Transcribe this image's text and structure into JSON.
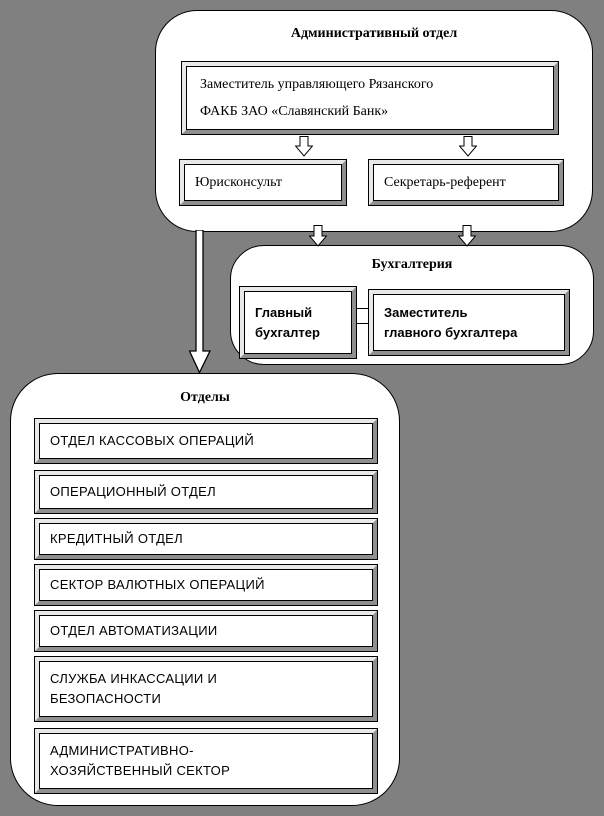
{
  "colors": {
    "background": "#808080",
    "panel_bg": "#ffffff",
    "border": "#000000",
    "bevel_light": "#e8e8e8",
    "bevel_dark": "#8f8f8f"
  },
  "admin": {
    "title": "Административный отдел",
    "main_box": "Заместитель управляющего  Рязанского\nФАКБ ЗАО «Славянский Банк»",
    "legal": "Юрисконсульт",
    "secretary": "Секретарь-референт"
  },
  "accounting": {
    "title": "Бухгалтерия",
    "chief": "Главный\nбухгалтер",
    "deputy_chief": "Заместитель\nглавного бухгалтера"
  },
  "depts": {
    "title": "Отделы",
    "items": [
      "ОТДЕЛ КАССОВЫХ ОПЕРАЦИЙ",
      "ОПЕРАЦИОННЫЙ ОТДЕЛ",
      "КРЕДИТНЫЙ ОТДЕЛ",
      "СЕКТОР ВАЛЮТНЫХ ОПЕРАЦИЙ",
      "ОТДЕЛ АВТОМАТИЗАЦИИ",
      "СЛУЖБА ИНКАССАЦИИ И\nБЕЗОПАСНОСТИ",
      "АДМИНИСТРАТИВНО-\nХОЗЯЙСТВЕННЫЙ СЕКТОР"
    ]
  }
}
